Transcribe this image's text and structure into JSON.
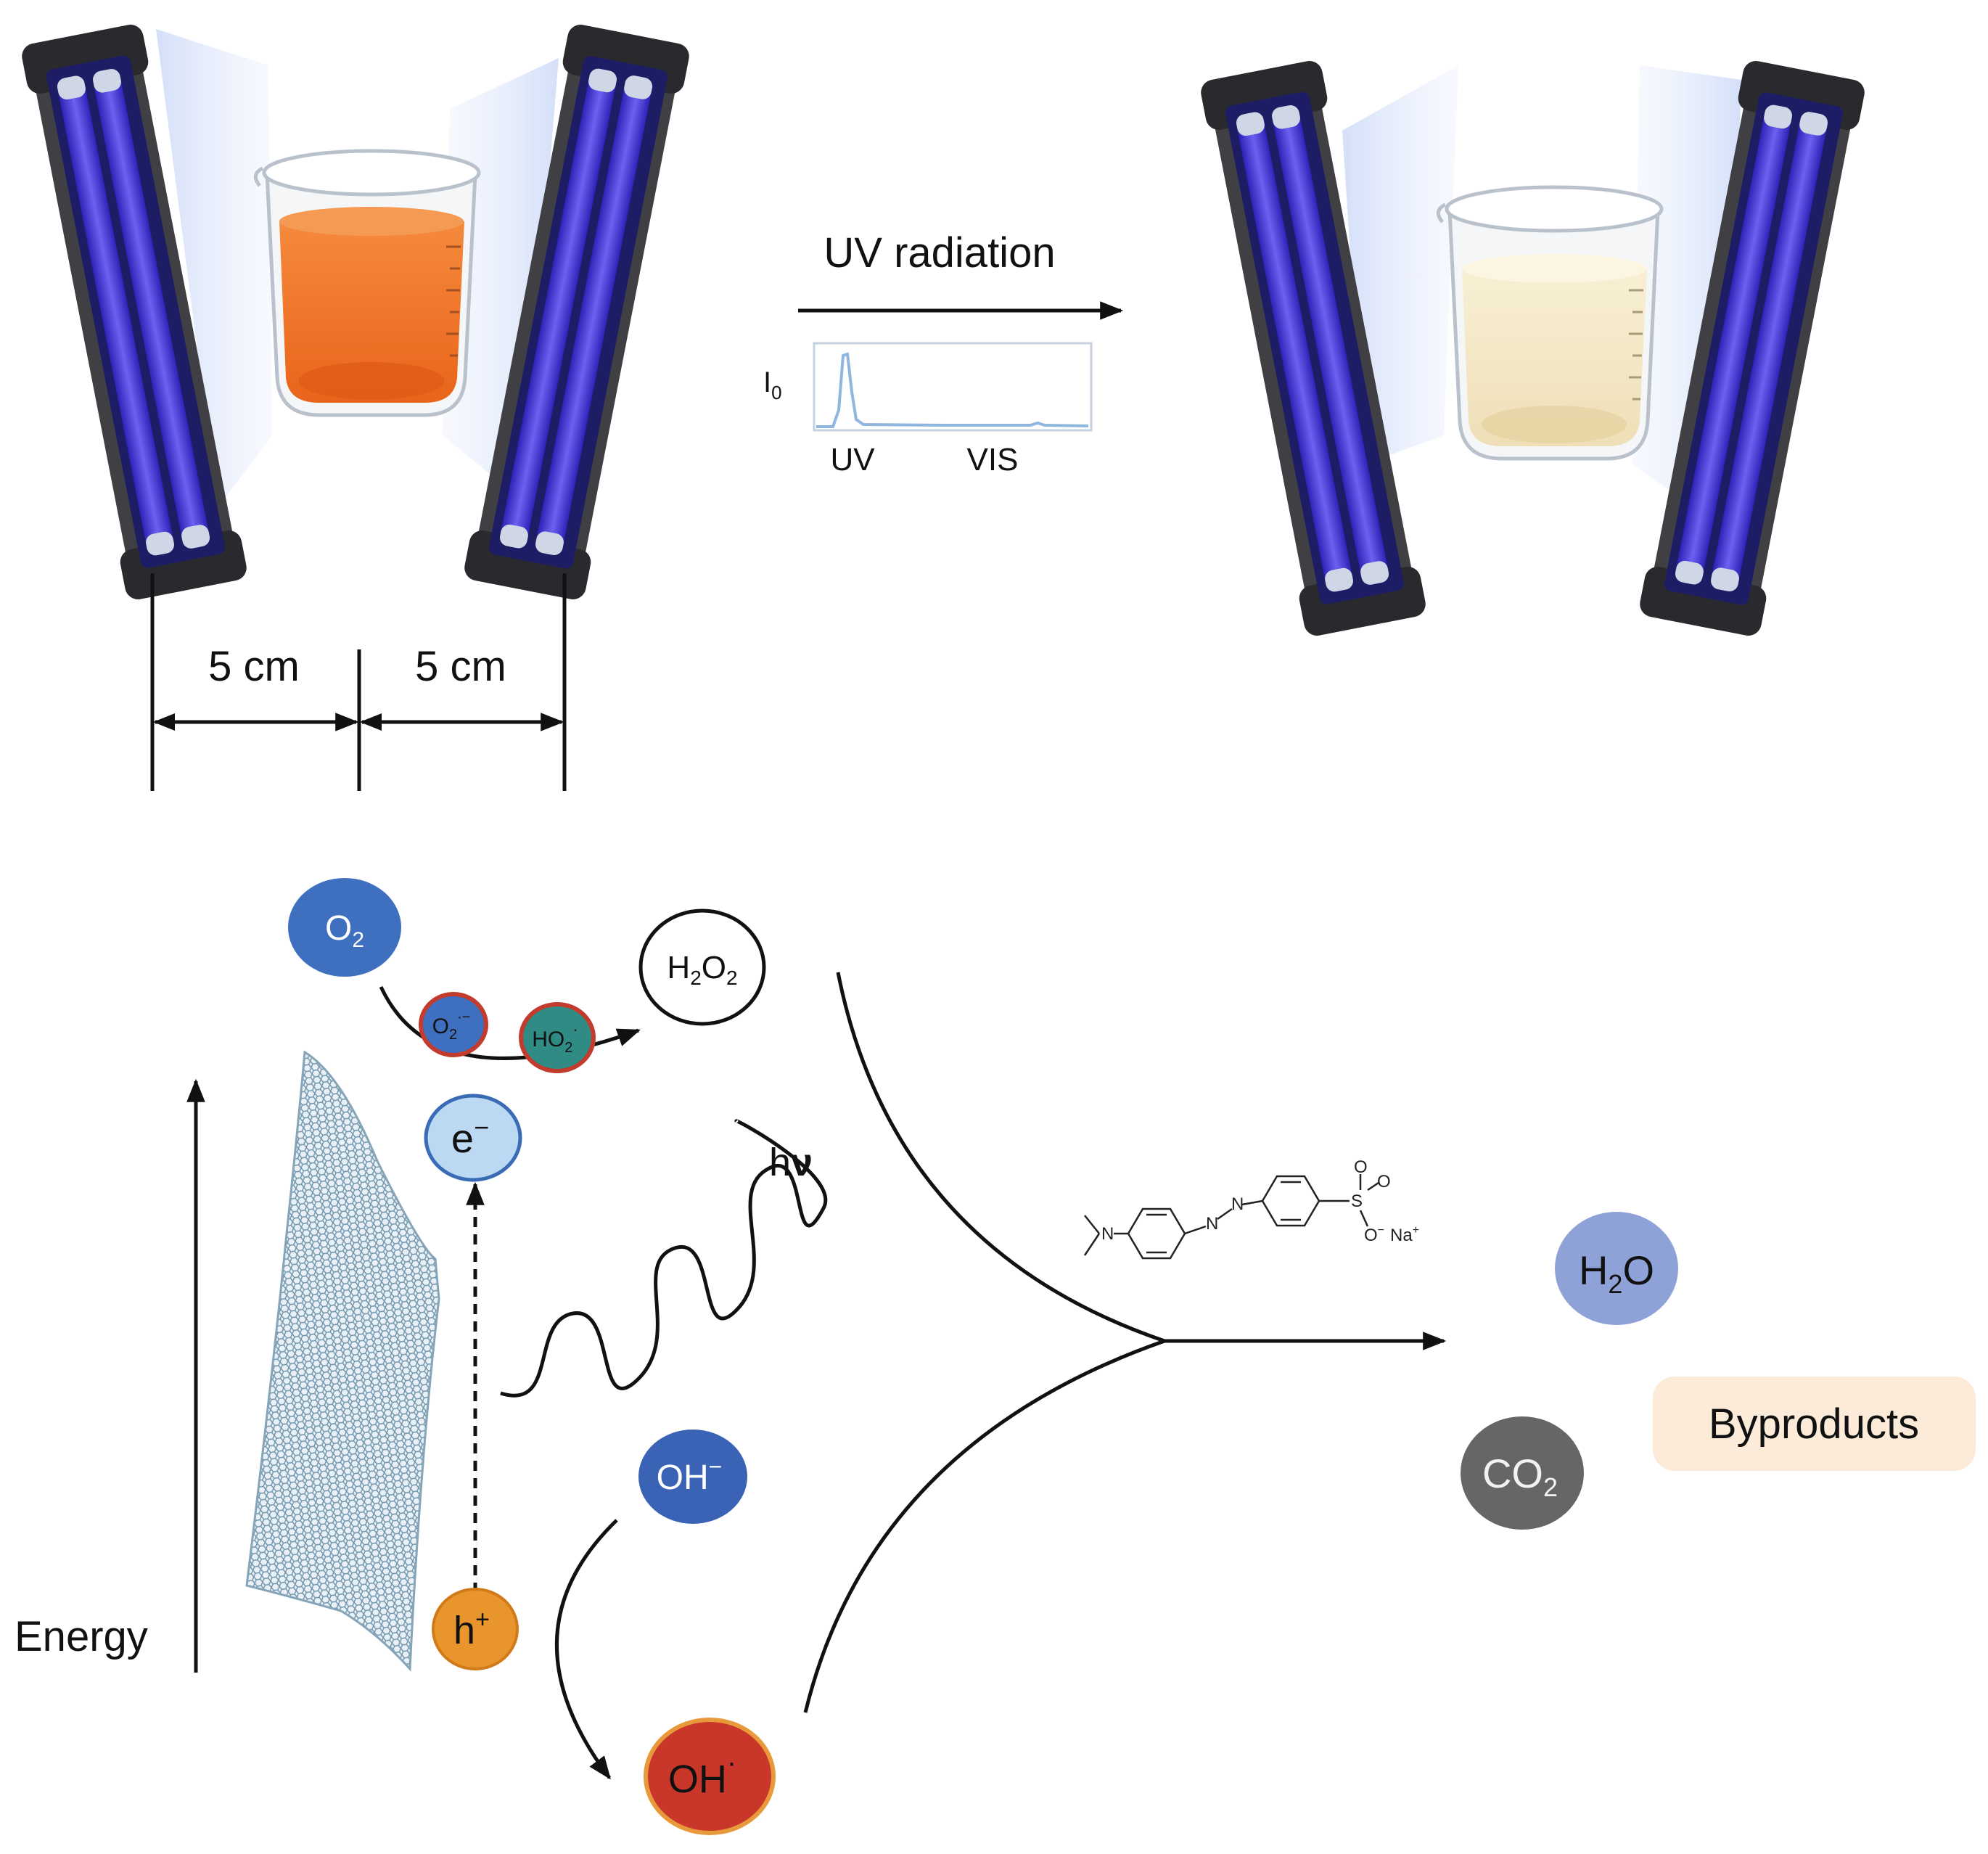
{
  "top": {
    "arrow_label": "UV radiation",
    "spectrum": {
      "ylabel": "I",
      "ylabel_sub": "0",
      "tick_uv": "UV",
      "tick_vis": "VIS"
    },
    "distance_left": "5 cm",
    "distance_right": "5 cm"
  },
  "bottom": {
    "energy_label": "Energy",
    "o2": {
      "main": "O",
      "sub": "2"
    },
    "superoxide": {
      "main": "O",
      "sub": "2",
      "sup": "·−"
    },
    "hydroperoxyl": {
      "main": "HO",
      "sub": "2",
      "sup": "·"
    },
    "h2o2": {
      "h": "H",
      "sub1": "2",
      "o": "O",
      "sub2": "2"
    },
    "electron": {
      "main": "e",
      "sup": "−"
    },
    "hole": {
      "main": "h",
      "sup": "+"
    },
    "photon": {
      "h": "h",
      "nu": "ν"
    },
    "hydroxide": {
      "main": "OH",
      "sup": "−"
    },
    "hydroxyl_radical": {
      "main": "OH",
      "sup": "·"
    },
    "dye": {
      "n_label": "N",
      "azo_n1": "N",
      "azo_n2": "N",
      "s_label": "S",
      "o1": "O",
      "o2": "O",
      "o3": "O",
      "na": "Na",
      "o_charge": "−",
      "na_charge": "+"
    },
    "water": {
      "h": "H",
      "sub": "2",
      "o": "O"
    },
    "co2": {
      "main": "CO",
      "sub": "2"
    },
    "byproducts_label": "Byproducts"
  },
  "colors": {
    "dye_solution": "#f07a2a",
    "degraded_solution": "#f3e6c4",
    "uv_tube": "#4a3ee0",
    "lamp_housing": "#4a4a4e",
    "uv_glow": "#dfe8fb",
    "o2": "#3f70c0",
    "superoxide_fill": "#3f70c0",
    "hydroperoxyl_fill": "#2f8b84",
    "radical_border": "#c23b2c",
    "electron": "#bcd9f3",
    "hole": "#e8952e",
    "hydroxide": "#3a63b5",
    "hydroxyl_radical": "#c9362a",
    "water": "#8ea2d8",
    "co2": "#666666",
    "byproducts_bg": "#fbebd8",
    "catalyst_sheet": "#8fb2c4"
  }
}
